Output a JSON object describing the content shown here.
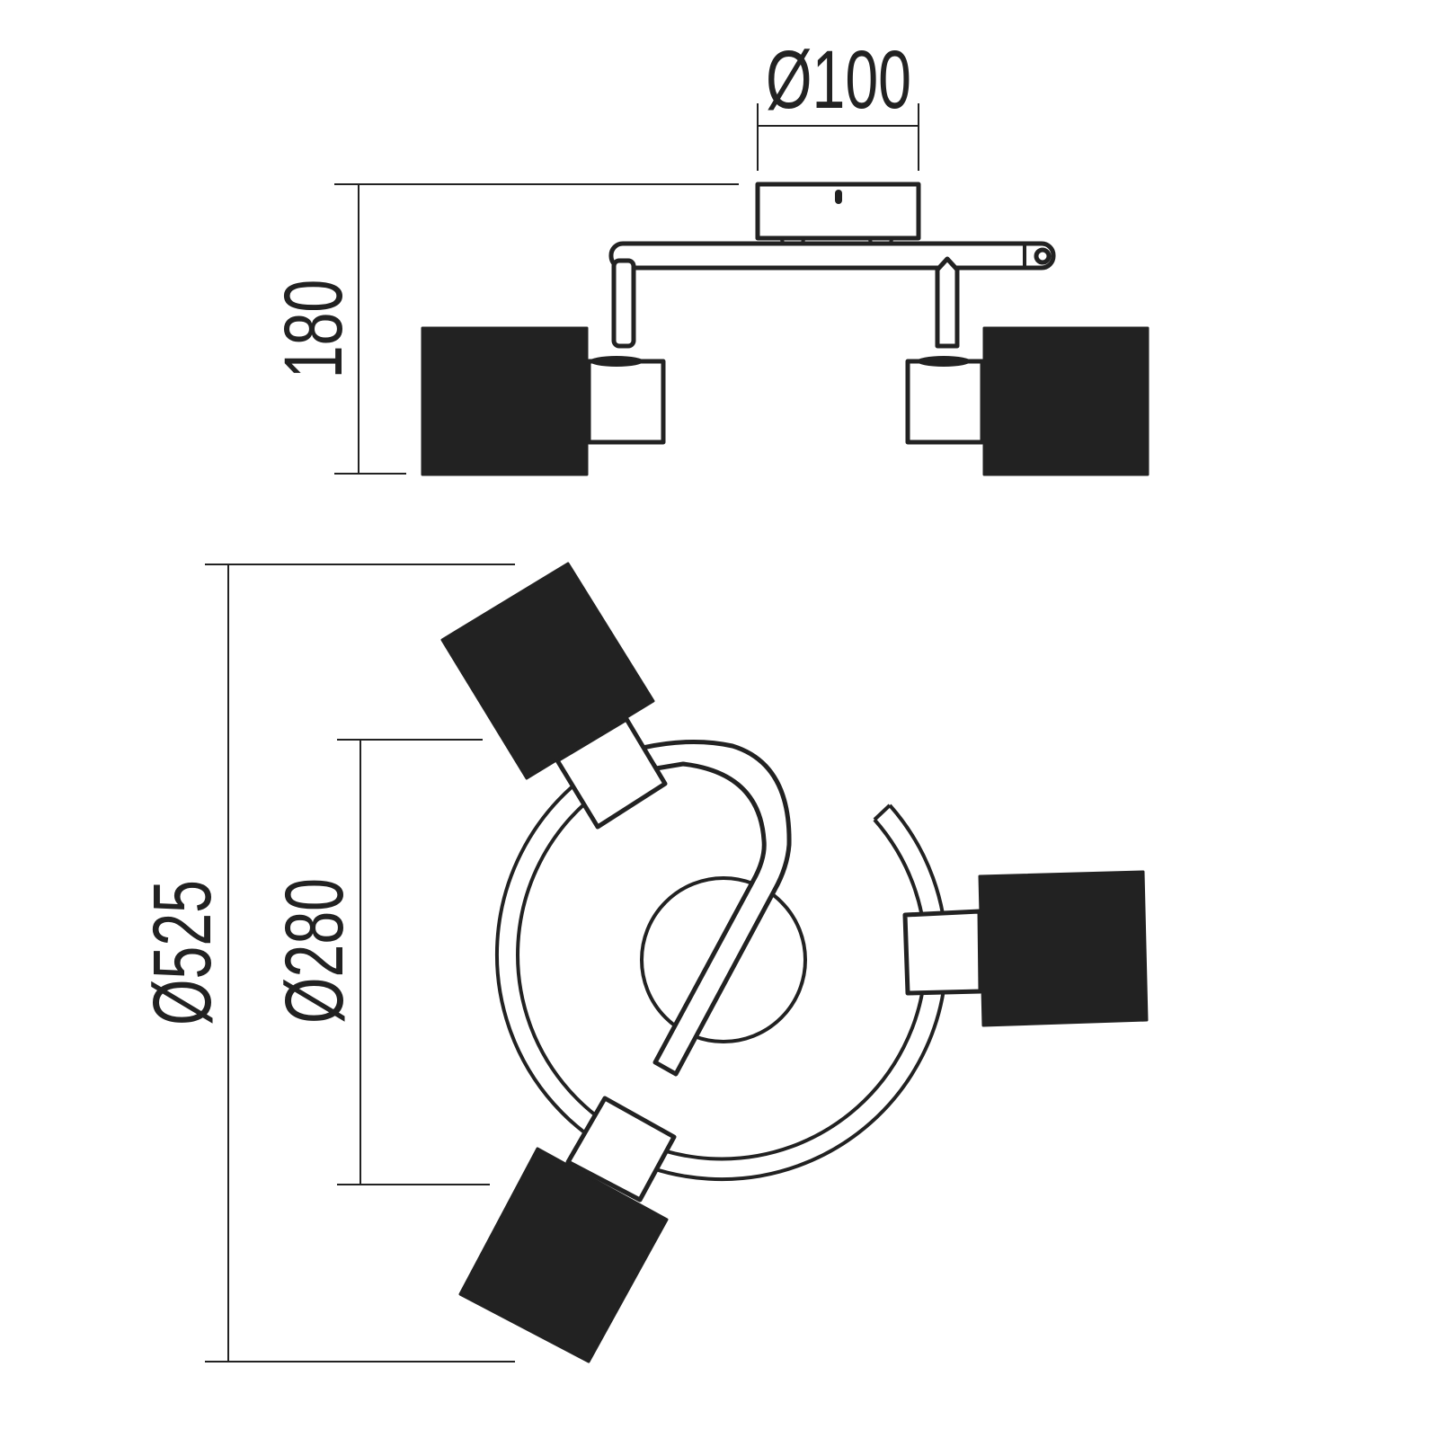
{
  "title": "Ceiling spotlight dimension drawing",
  "dimensions": {
    "canopy_diameter": "Ø100",
    "height": "180",
    "overall_diameter": "Ø525",
    "ring_diameter": "Ø280"
  },
  "colors": {
    "ink": "#222222",
    "background": "#ffffff"
  }
}
